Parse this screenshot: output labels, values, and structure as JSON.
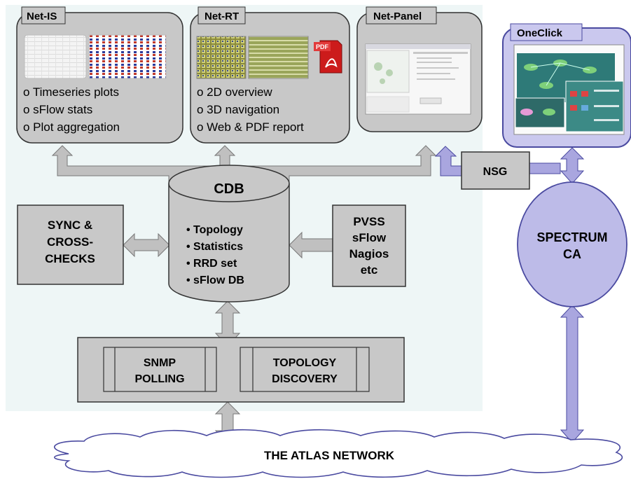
{
  "panels": {
    "net_is": {
      "title": "Net-IS",
      "features": [
        "o Timeseries plots",
        "o sFlow stats",
        "o Plot aggregation"
      ]
    },
    "net_rt": {
      "title": "Net-RT",
      "pdf_icon_label": "PDF",
      "features": [
        "o 2D overview",
        "o 3D navigation",
        "o Web & PDF report"
      ]
    },
    "net_panel": {
      "title": "Net-Panel"
    },
    "oneclick": {
      "title": "OneClick"
    }
  },
  "nsg": {
    "label": "NSG"
  },
  "cdb": {
    "title": "CDB",
    "items": [
      "• Topology",
      "• Statistics",
      "• RRD set",
      "• sFlow  DB"
    ]
  },
  "sync": {
    "lines": [
      "SYNC &",
      "CROSS-",
      "CHECKS"
    ]
  },
  "sources": {
    "lines": [
      "PVSS",
      "sFlow",
      "Nagios",
      "etc"
    ]
  },
  "collectors": {
    "snmp": [
      "SNMP",
      "POLLING"
    ],
    "topology": [
      "TOPOLOGY",
      "DISCOVERY"
    ]
  },
  "spectrum": {
    "lines": [
      "SPECTRUM",
      "CA"
    ]
  },
  "network": {
    "label": "THE ATLAS NETWORK"
  },
  "colors": {
    "background_panel": "#eef6f6",
    "box_fill": "#c8c8c8",
    "arrow_fill": "#c0c0c0",
    "spectrum_fill": "#bdbbe8",
    "spectrum_stroke": "#4a4aa0",
    "link_fill": "#a9a6df"
  }
}
